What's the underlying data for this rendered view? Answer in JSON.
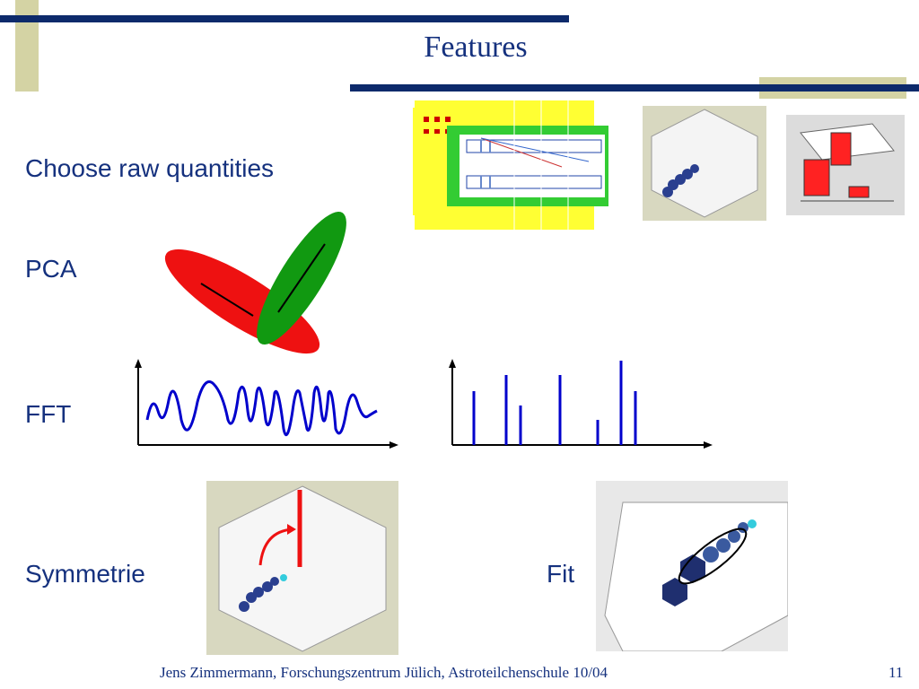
{
  "slide": {
    "title": "Features",
    "labels": {
      "raw": "Choose raw quantities",
      "pca": "PCA",
      "fft": "FFT",
      "symmetrie": "Symmetrie",
      "fit": "Fit"
    },
    "footer": "Jens Zimmermann, Forschungszentrum Jülich, Astroteilchenschule 10/04",
    "page_number": "11"
  },
  "colors": {
    "navy": "#0d2a6b",
    "olive": "#d4d3a4",
    "text": "#15317e",
    "signal_blue": "#0000cc",
    "pca_red": "#ee1111",
    "pca_green": "#119911"
  },
  "icons": [
    "detector-schematic",
    "hexagon-camera",
    "lego-histogram",
    "pca-ellipses",
    "waveform-plot",
    "spectrum-plot",
    "hexagon-camera-rotation",
    "hexagon-fit-zoom"
  ]
}
